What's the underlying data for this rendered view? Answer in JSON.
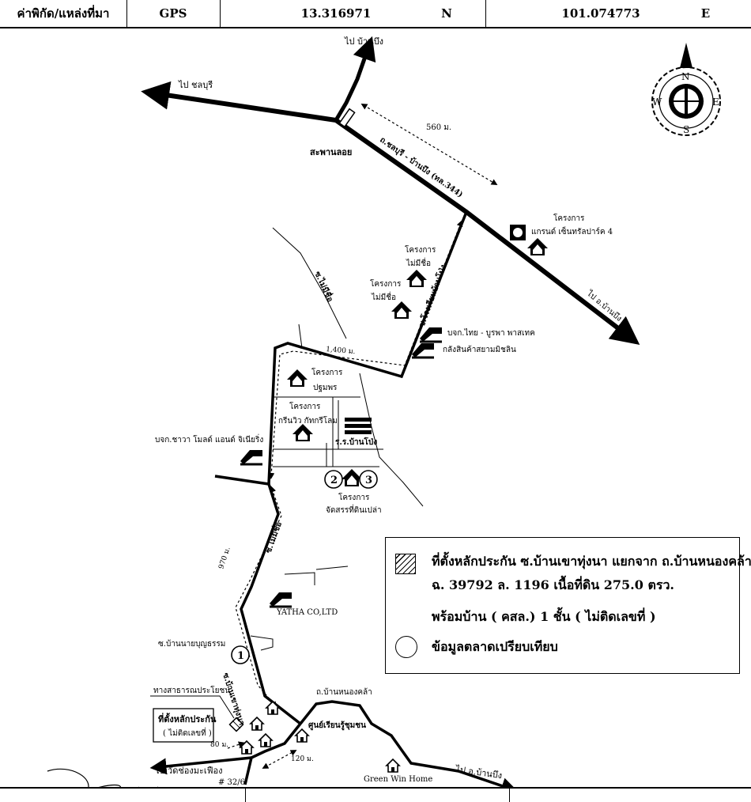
{
  "header": {
    "label": "ค่าพิกัด/แหล่งที่มา",
    "source": "GPS",
    "latitude": "13.316971",
    "lat_dir": "N",
    "longitude": "101.074773",
    "lon_dir": "E"
  },
  "compass": {
    "north": "N",
    "south": "S",
    "east": "E",
    "west": "W"
  },
  "map_labels": {
    "to_ban_bueng_top": "ไป บ้านบึง",
    "to_chonburi": "ไป ชลบุรี",
    "to_ban_bueng_district": "ไป อ.บ้านบึง",
    "to_ban_bueng_bottom": "ไป อ.บ้านบึง",
    "to_wat": "ไป วัดช่องมะเฟือง",
    "distance_560": "560 ม.",
    "distance_1400": "1,400 ม.",
    "distance_970": "970 ม.",
    "distance_80": "80 ม.",
    "distance_120": "120 ม.",
    "overpass": "สะพานลอย",
    "main_road": "ถ.ชลบุรี - บ้านบึง (ทล.344)",
    "project_grand": "โครงการ",
    "project_grand_name": "แกรนด์ เซ็นทรัลปาร์ค 4",
    "project_unnamed_1": "โครงการ",
    "project_unnamed_1_name": "ไม่มีชื่อ",
    "project_unnamed_2": "โครงการ",
    "project_unnamed_2_name": "ไม่มีชื่อ",
    "soi_unnamed_1": "ซ.ไม่มีชื่อ",
    "soi_rongrian": "ซ.โรงเรียนบ้านโป่ง",
    "company_thai_burapa": "บจก.ไทย - บูรพา พาสเทค",
    "warehouse": "กลังสินค้าสยามมิชลิน",
    "project_pathumporn": "โครงการ",
    "project_pathumporn_name": "ปฐมพร",
    "project_green": "โครงการ",
    "project_green_name": "กรีนวิว กัทกรีโลม",
    "school": "ร.ร.บ้านโป่ง",
    "company_chawa": "บจก.ชาวา โมลด์ แอนด์ จิเนียริ่ง",
    "project_land": "โครงการ",
    "project_land_name": "จัดสรรที่ดินเปล่า",
    "comp_2": "2",
    "comp_3": "3",
    "soi_unnamed_2": "ซ.ไม่มีชื่อ",
    "yatha": "YATHA CO,LTD",
    "soi_ban_nong": "ซ.บ้านนายบุญธรรม",
    "comp_1": "1",
    "soi_khao_thung_na": "ซ.บ้านเขาทุ่งนา",
    "ban_nong_kla": "ถ.บ้านหนองคล้า",
    "public_way": "ทางสาธารณประโยชน์",
    "collateral_box_1": "ที่ตั้งหลักประกัน",
    "collateral_box_2": "( ไม่ติดเลขที่ )",
    "community_center": "ศูนย์เรียนรู้ชุมชน",
    "house_no": "# 32/6",
    "green_win": "Green Win Home"
  },
  "legend": {
    "line1": "ที่ตั้งหลักประกัน ซ.บ้านเขาทุ่งนา แยกจาก ถ.บ้านหนองคล้า",
    "line2": "ฉ. 39792  ล. 1196  เนื้อที่ดิน 275.0 ตรว.",
    "line3": "พร้อมบ้าน ( คสล.) 1 ชั้น ( ไม่ติดเลขที่ )",
    "line4": "ข้อมูลตลาดเปรียบเทียบ"
  }
}
